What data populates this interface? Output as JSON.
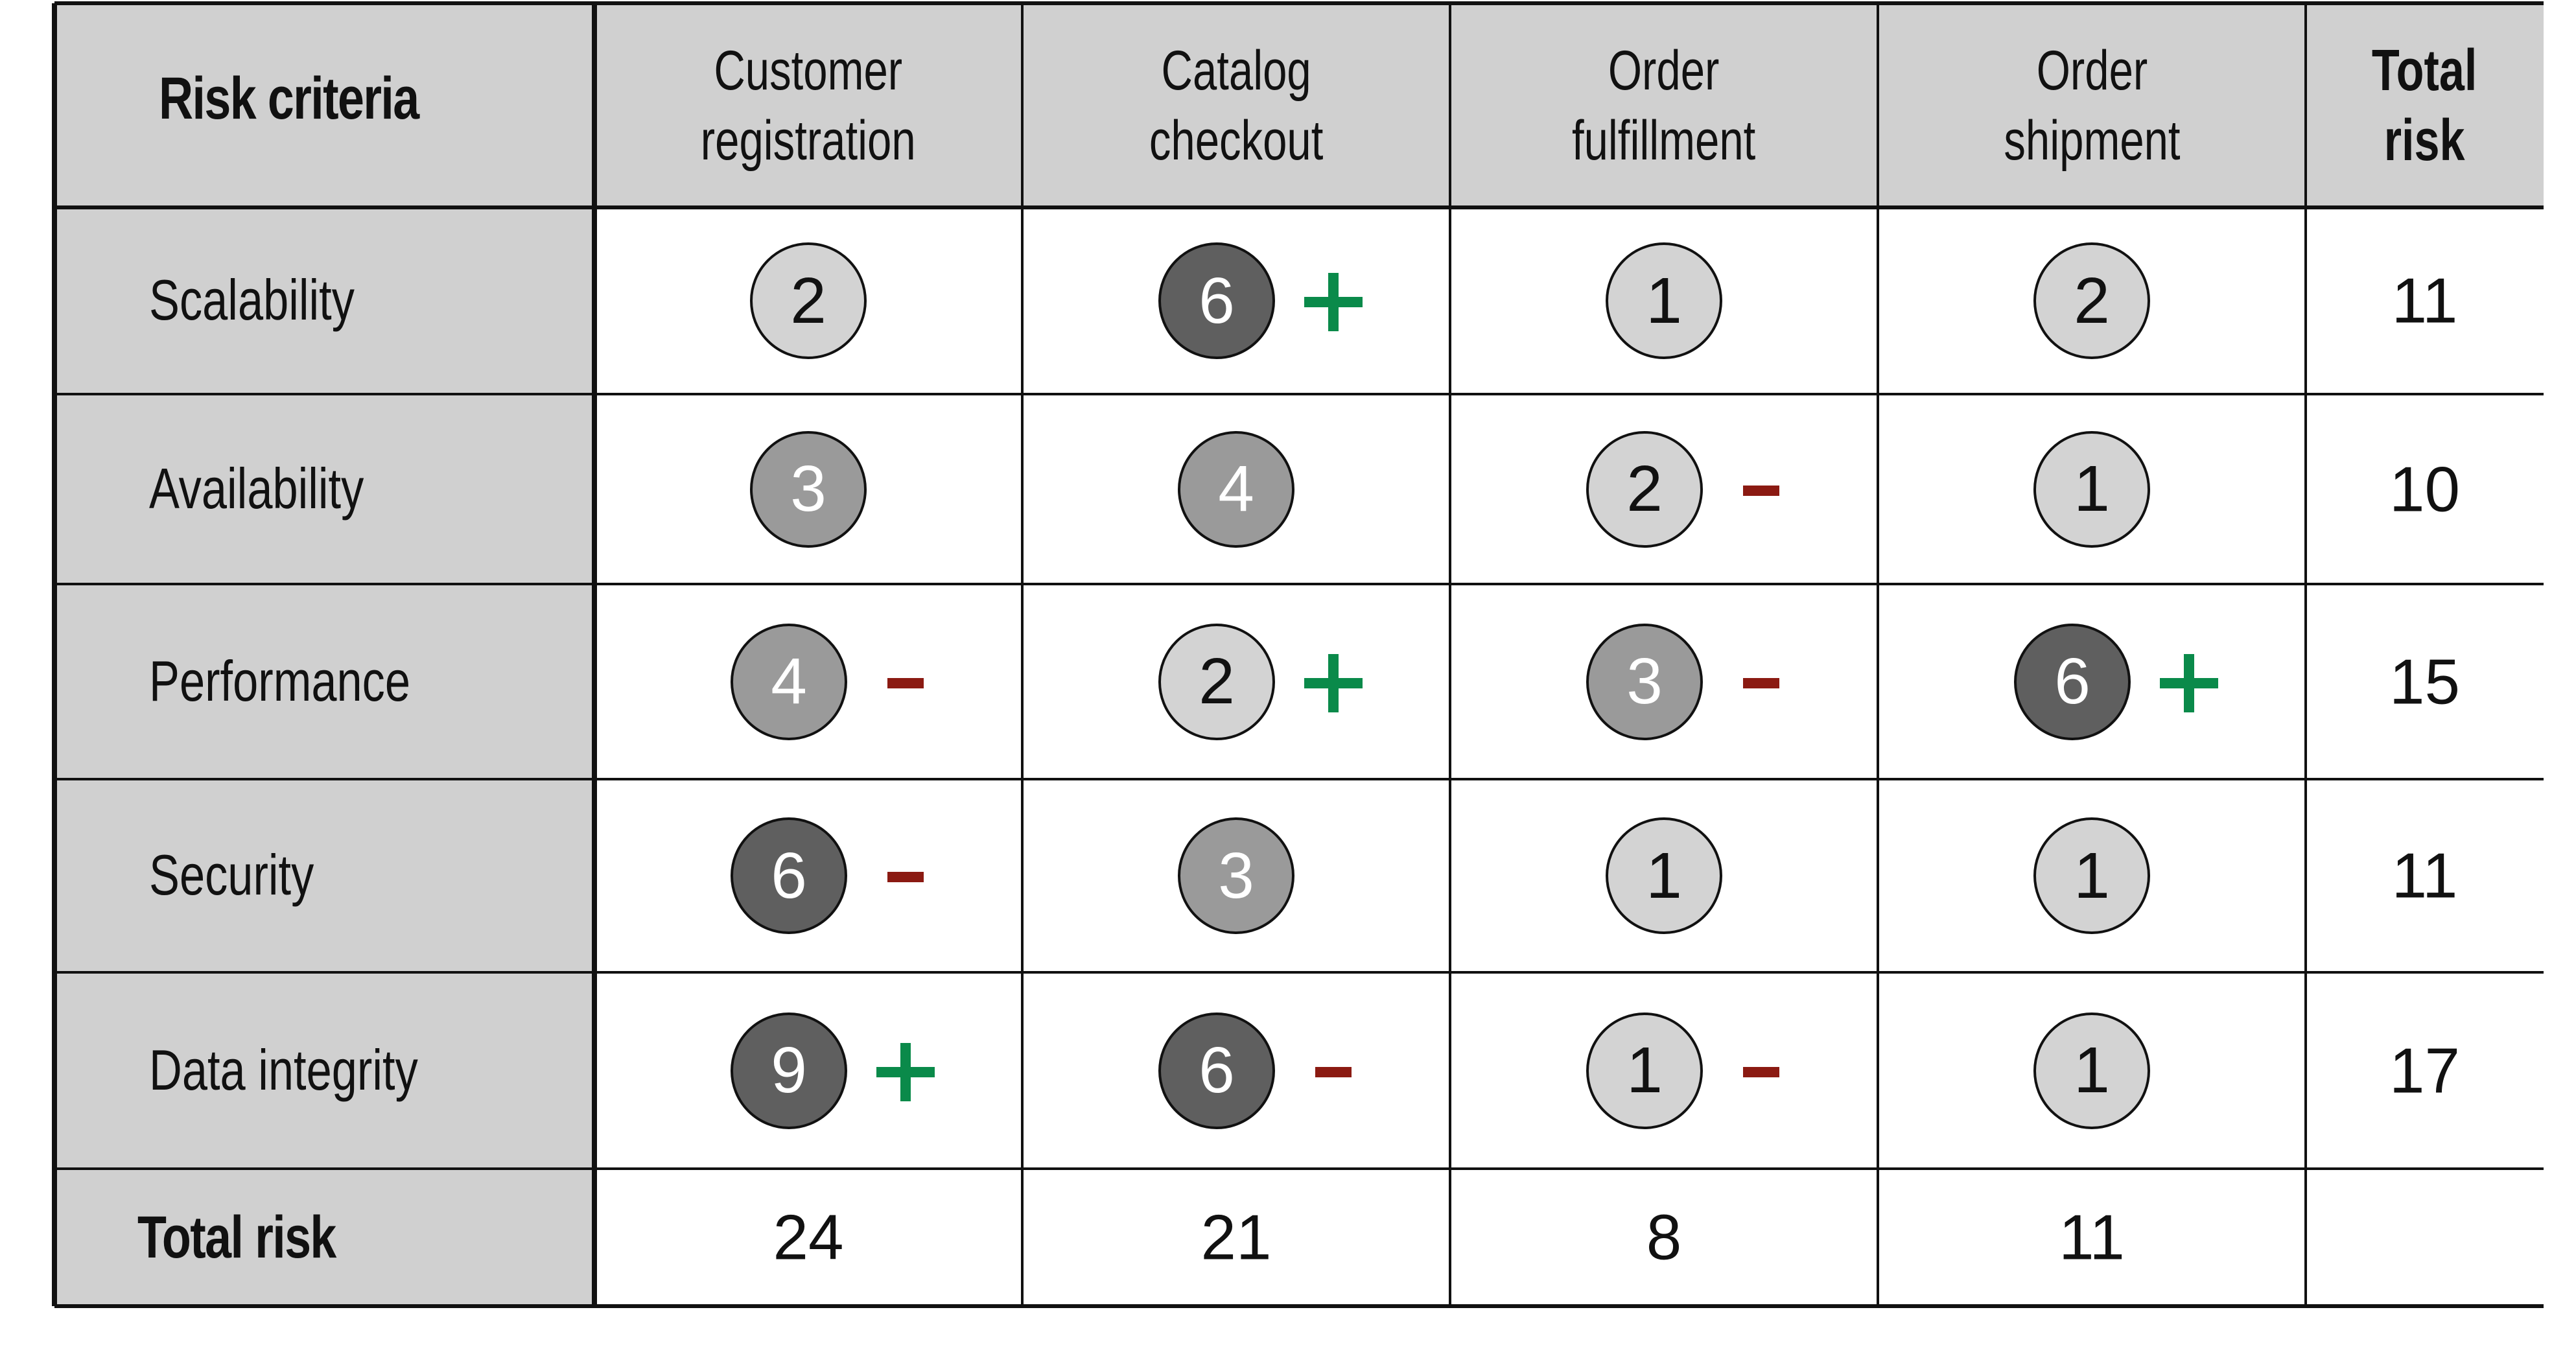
{
  "header": {
    "criteria_label": "Risk criteria",
    "columns": [
      {
        "line1": "Customer",
        "line2": "registration"
      },
      {
        "line1": "Catalog",
        "line2": "checkout"
      },
      {
        "line1": "Order",
        "line2": "fulfillment"
      },
      {
        "line1": "Order",
        "line2": "shipment"
      }
    ],
    "total_col": {
      "line1": "Total",
      "line2": "risk"
    }
  },
  "rows": [
    {
      "criterion": "Scalability",
      "cells": [
        {
          "score": "2",
          "trend": ""
        },
        {
          "score": "6",
          "trend": "+"
        },
        {
          "score": "1",
          "trend": ""
        },
        {
          "score": "2",
          "trend": ""
        }
      ],
      "total": "11"
    },
    {
      "criterion": "Availability",
      "cells": [
        {
          "score": "3",
          "trend": ""
        },
        {
          "score": "4",
          "trend": ""
        },
        {
          "score": "2",
          "trend": "-"
        },
        {
          "score": "1",
          "trend": ""
        }
      ],
      "total": "10"
    },
    {
      "criterion": "Performance",
      "cells": [
        {
          "score": "4",
          "trend": "-"
        },
        {
          "score": "2",
          "trend": "+"
        },
        {
          "score": "3",
          "trend": "-"
        },
        {
          "score": "6",
          "trend": "+"
        }
      ],
      "total": "15"
    },
    {
      "criterion": "Security",
      "cells": [
        {
          "score": "6",
          "trend": "-"
        },
        {
          "score": "3",
          "trend": ""
        },
        {
          "score": "1",
          "trend": ""
        },
        {
          "score": "1",
          "trend": ""
        }
      ],
      "total": "11"
    },
    {
      "criterion": "Data integrity",
      "cells": [
        {
          "score": "9",
          "trend": "+"
        },
        {
          "score": "6",
          "trend": "-"
        },
        {
          "score": "1",
          "trend": "-"
        },
        {
          "score": "1",
          "trend": ""
        }
      ],
      "total": "17"
    }
  ],
  "footer": {
    "label": "Total risk",
    "column_totals": [
      "24",
      "21",
      "8",
      "11"
    ],
    "grand_total": ""
  },
  "colors": {
    "header_fill": "#d0d0d0",
    "low_risk": "#d3d3d3",
    "medium_risk": "#9a9a9a",
    "high_risk": "#5f5f5f",
    "plus": "#0a8a4a",
    "minus": "#8b1a12"
  }
}
